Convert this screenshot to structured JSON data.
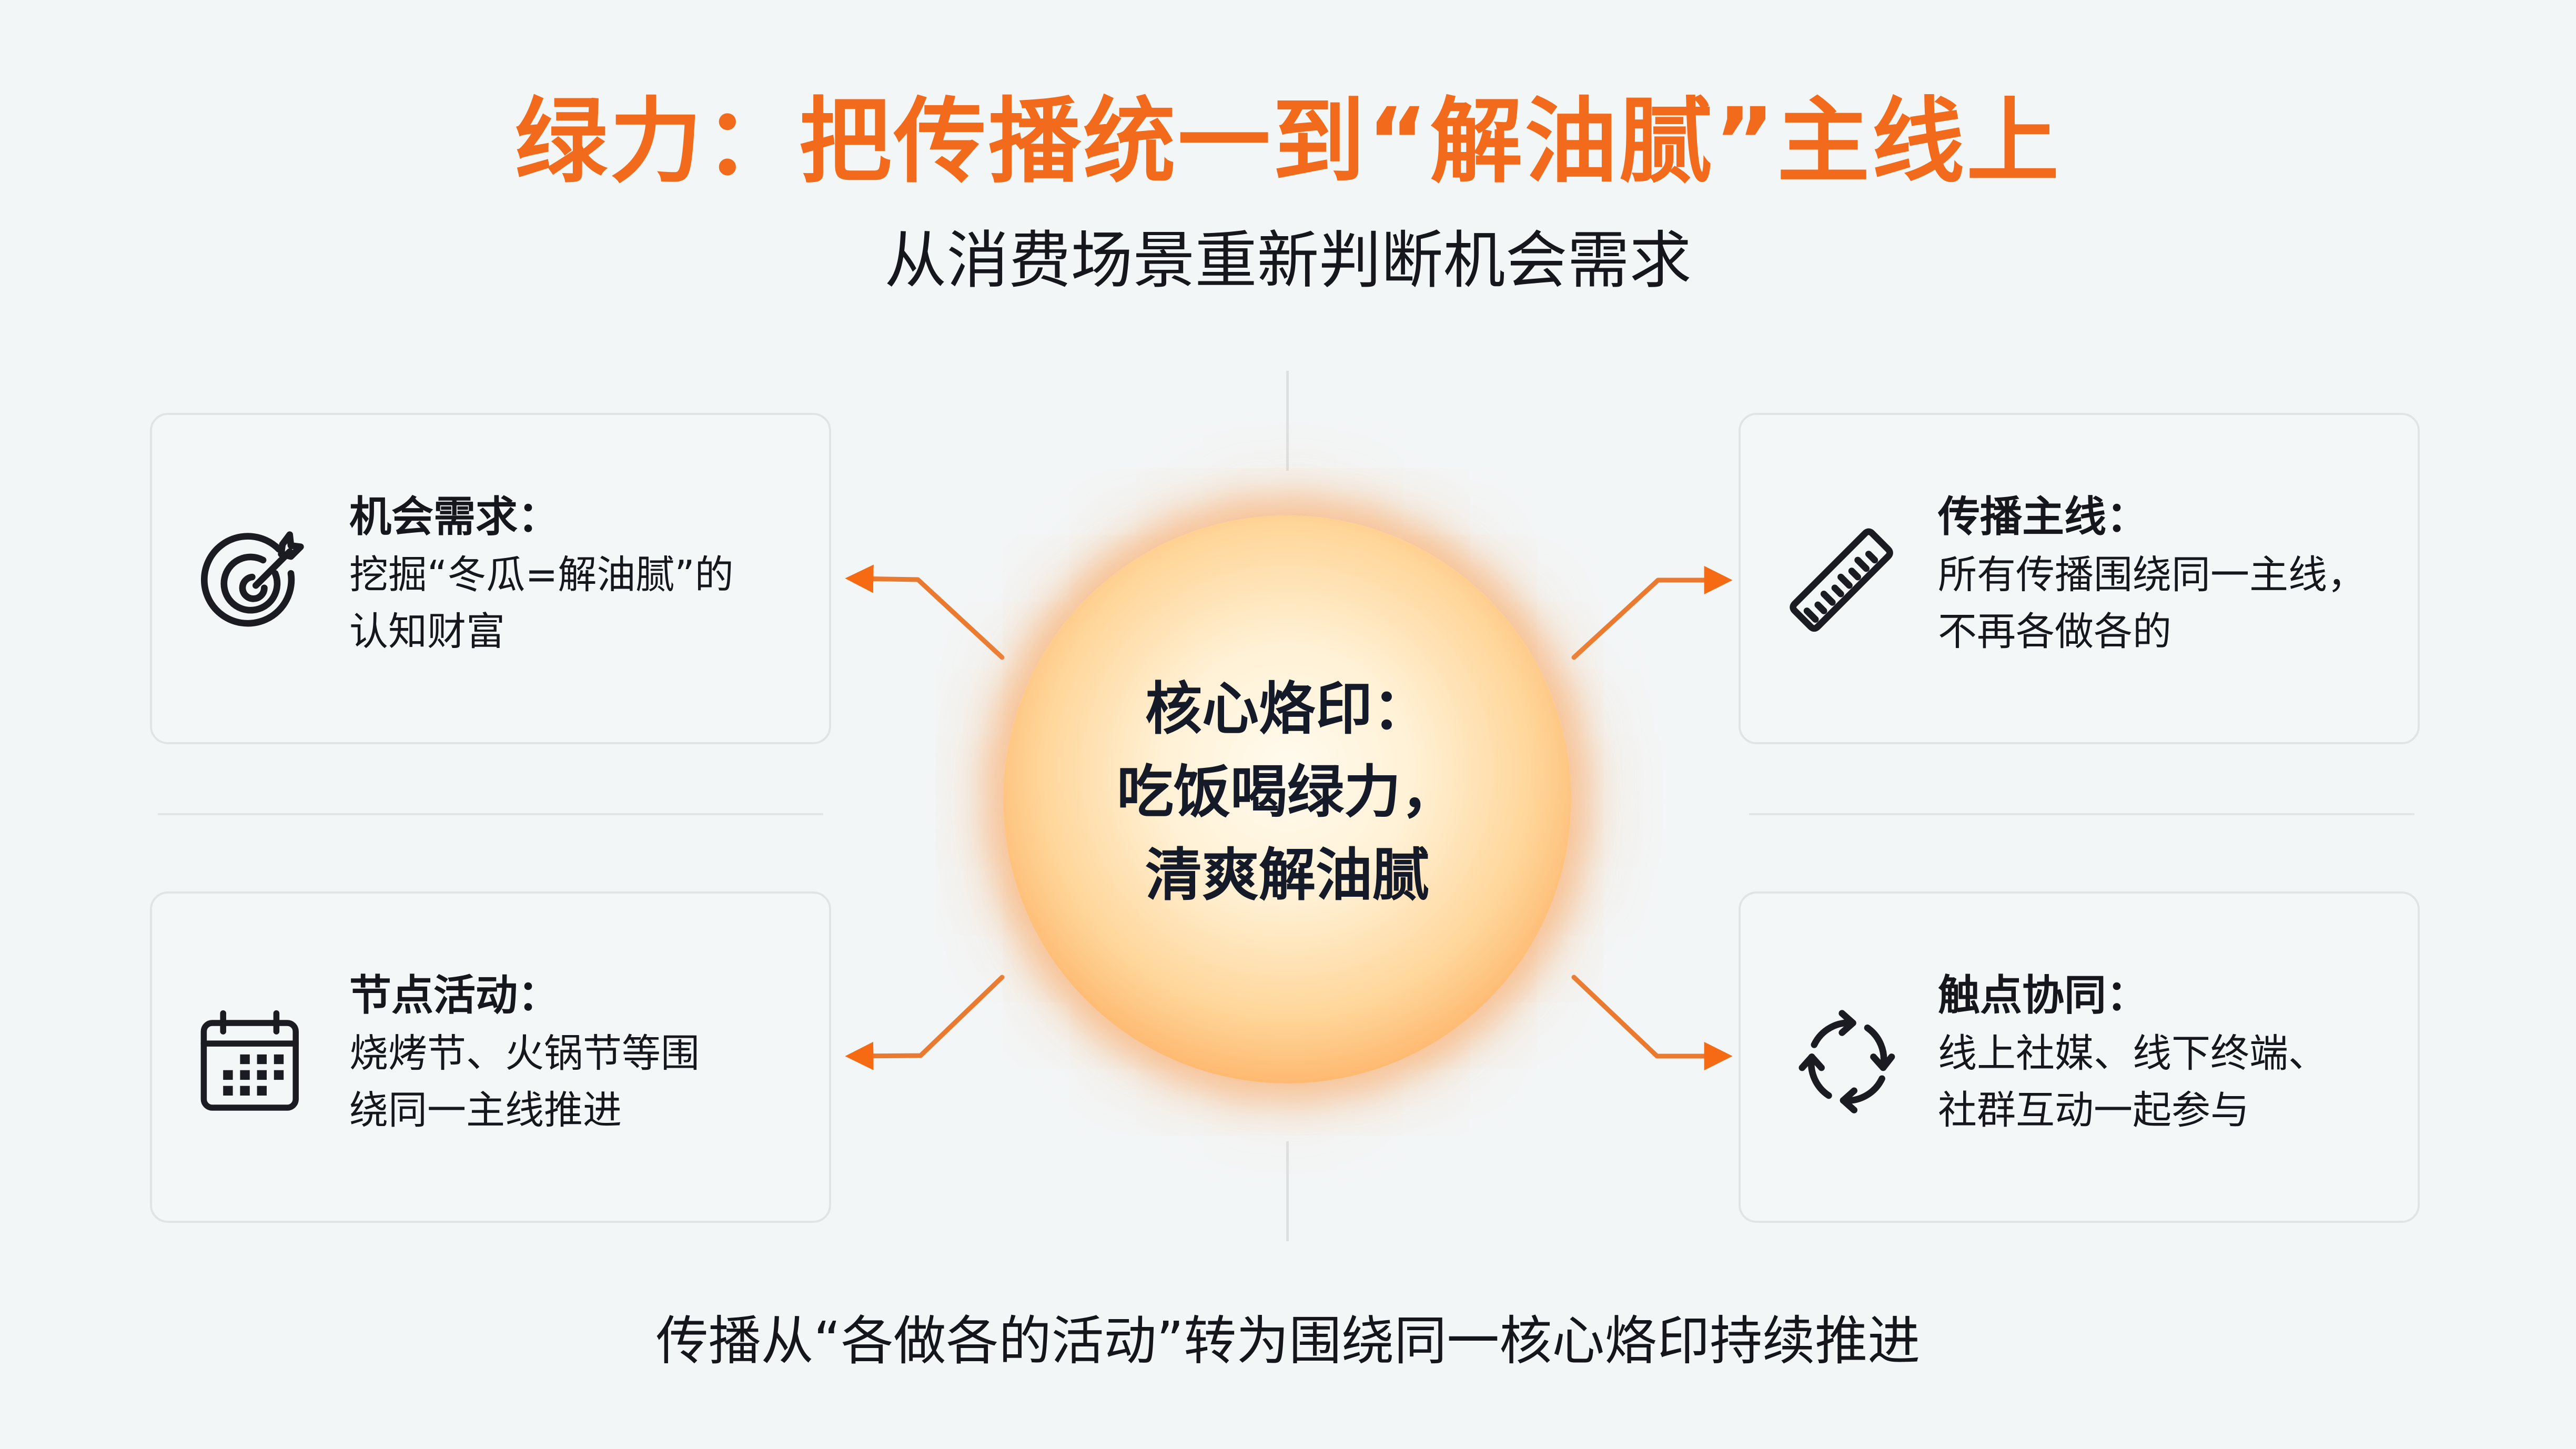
{
  "header": {
    "title": "绿力：把传播统一到“解油腻”主线上",
    "subtitle": "从消费场景重新判断机会需求"
  },
  "colors": {
    "accent": "#F26B1D",
    "text": "#15171D",
    "background": "#F3F6F7",
    "card_border": "#E1E4E6"
  },
  "core": {
    "lines": [
      "核心烙印：",
      "吃饭喝绿力，",
      "清爽解油腻"
    ]
  },
  "cards": [
    {
      "position": "top-left",
      "icon": "target-icon",
      "heading": "机会需求：",
      "body_lines": [
        "挖掘“冬瓜=解油腻”的",
        "认知财富"
      ]
    },
    {
      "position": "top-right",
      "icon": "ruler-icon",
      "heading": "传播主线：",
      "body_lines": [
        "所有传播围绕同一主线，",
        "不再各做各的"
      ]
    },
    {
      "position": "bottom-left",
      "icon": "calendar-icon",
      "heading": "节点活动：",
      "body_lines": [
        "烧烤节、火锅节等围",
        "绕同一主线推进"
      ]
    },
    {
      "position": "bottom-right",
      "icon": "cycle-arrows-icon",
      "heading": "触点协同：",
      "body_lines": [
        "线上社媒、线下终端、",
        "社群互动一起参与"
      ]
    }
  ],
  "footer": {
    "text": "传播从“各做各的活动”转为围绕同一核心烙印持续推进"
  }
}
